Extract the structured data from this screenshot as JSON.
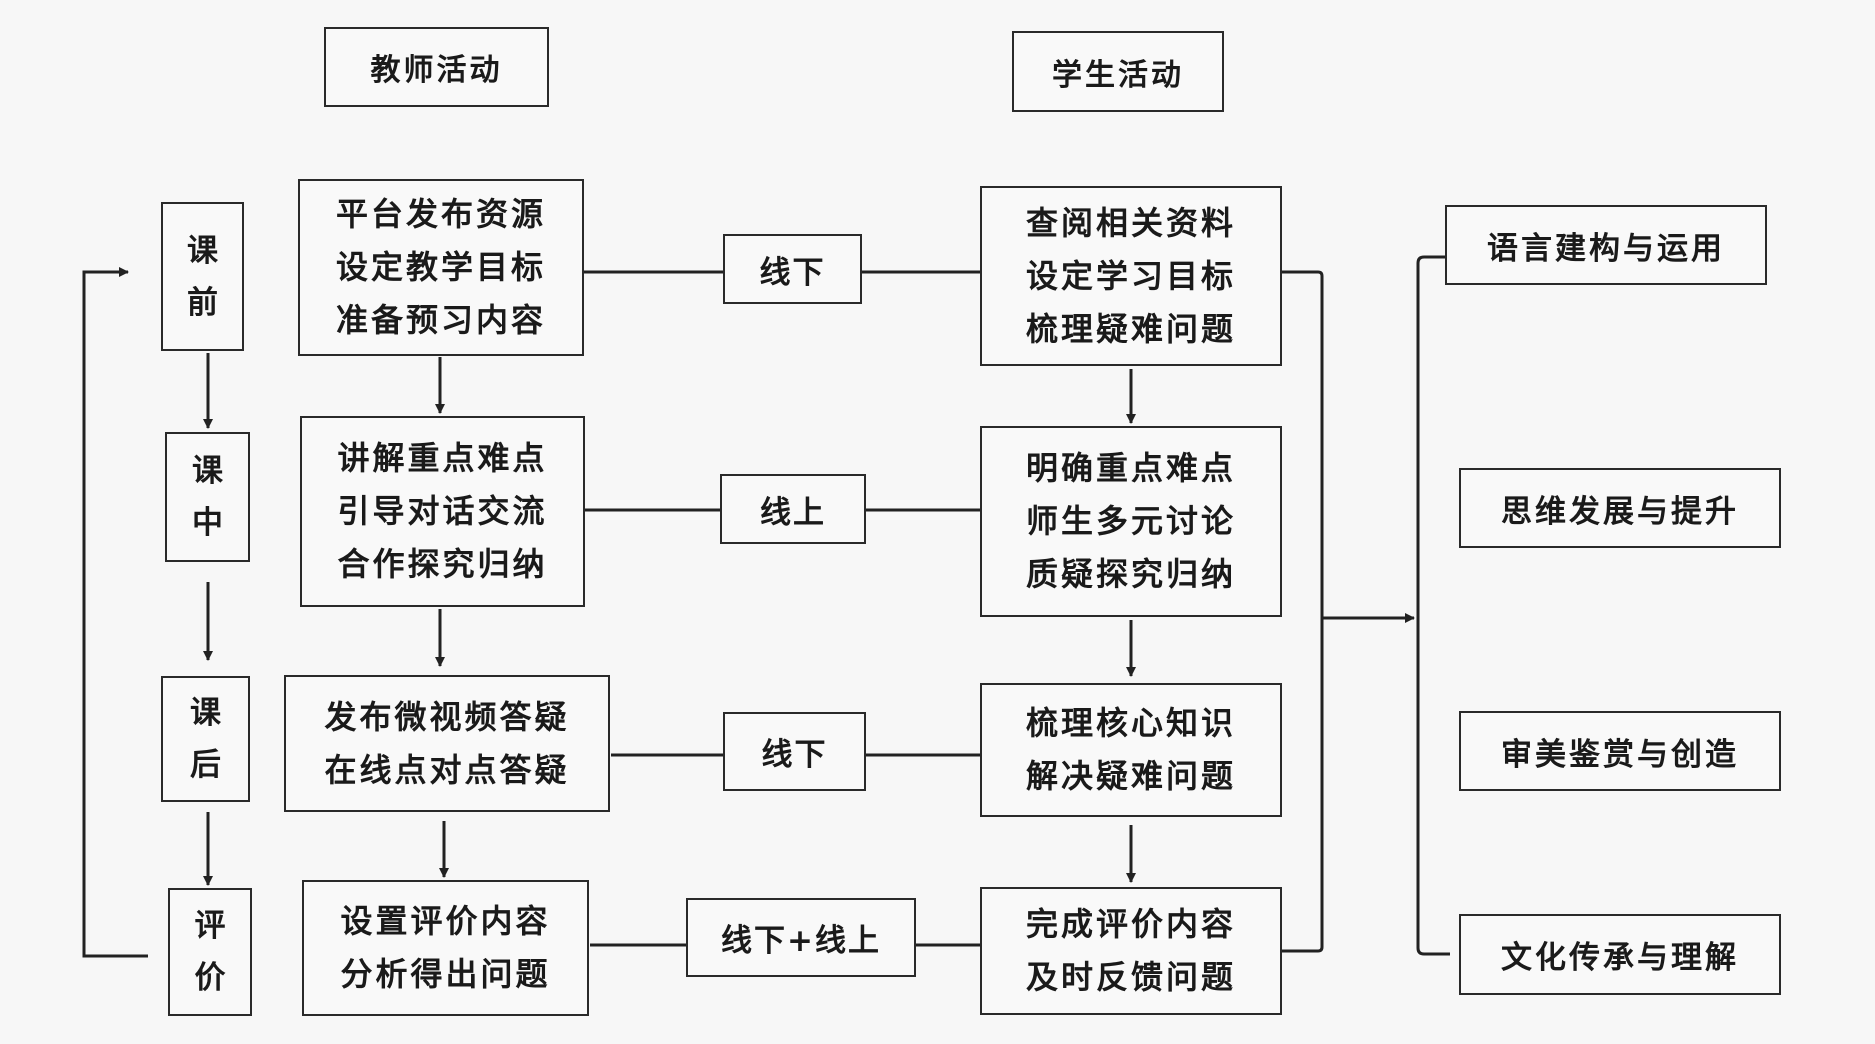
{
  "headers": {
    "teacher": "教师活动",
    "student": "学生活动"
  },
  "stages": [
    {
      "chars": [
        "课",
        "前"
      ]
    },
    {
      "chars": [
        "课",
        "中"
      ]
    },
    {
      "chars": [
        "课",
        "后"
      ]
    },
    {
      "chars": [
        "评",
        "价"
      ]
    }
  ],
  "teacher_boxes": [
    {
      "lines": [
        "平台发布资源",
        "设定教学目标",
        "准备预习内容"
      ]
    },
    {
      "lines": [
        "讲解重点难点",
        "引导对话交流",
        "合作探究归纳"
      ]
    },
    {
      "lines": [
        "发布微视频答疑",
        "在线点对点答疑"
      ]
    },
    {
      "lines": [
        "设置评价内容",
        "分析得出问题"
      ]
    }
  ],
  "modes": [
    "线下",
    "线上",
    "线下",
    "线下+线上"
  ],
  "student_boxes": [
    {
      "lines": [
        "查阅相关资料",
        "设定学习目标",
        "梳理疑难问题"
      ]
    },
    {
      "lines": [
        "明确重点难点",
        "师生多元讨论",
        "质疑探究归纳"
      ]
    },
    {
      "lines": [
        "梳理核心知识",
        "解决疑难问题"
      ]
    },
    {
      "lines": [
        "完成评价内容",
        "及时反馈问题"
      ]
    }
  ],
  "outcomes": [
    "语言建构与运用",
    "思维发展与提升",
    "审美鉴赏与创造",
    "文化传承与理解"
  ]
}
